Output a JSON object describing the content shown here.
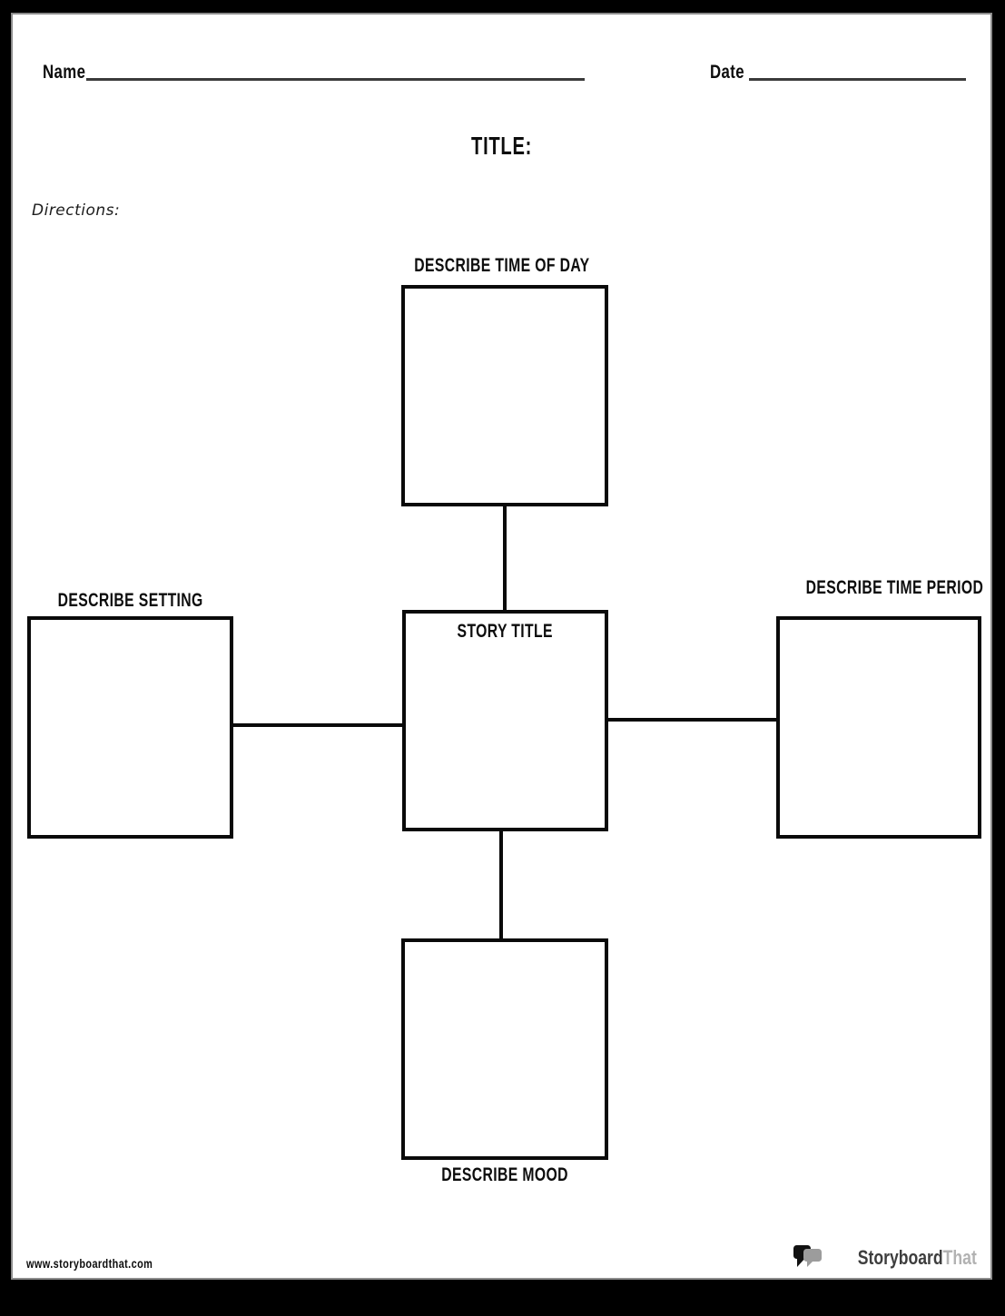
{
  "page": {
    "header": {
      "name_label": "Name",
      "date_label": "Date"
    },
    "title_label": "TITLE:",
    "directions_label": "Directions:",
    "diagram": {
      "center": {
        "label": "STORY TITLE"
      },
      "top": {
        "label": "DESCRIBE TIME OF DAY"
      },
      "left": {
        "label": "DESCRIBE SETTING"
      },
      "right": {
        "label": "DESCRIBE TIME PERIOD"
      },
      "bottom": {
        "label": "DESCRIBE MOOD"
      }
    },
    "footer": {
      "url": "www.storyboardthat.com",
      "brand_primary": "Storyboard",
      "brand_secondary": "That"
    },
    "colors": {
      "frame": "#000000",
      "ink": "#0a0a0a",
      "field_line": "#3b3b3b",
      "page_edge": "#8c8c8c",
      "brand_primary_text": "#3d3d3d",
      "brand_secondary_text": "#b2b2b2",
      "logo_bubble_dark": "#111111",
      "logo_bubble_gray": "#9c9c9c"
    }
  }
}
